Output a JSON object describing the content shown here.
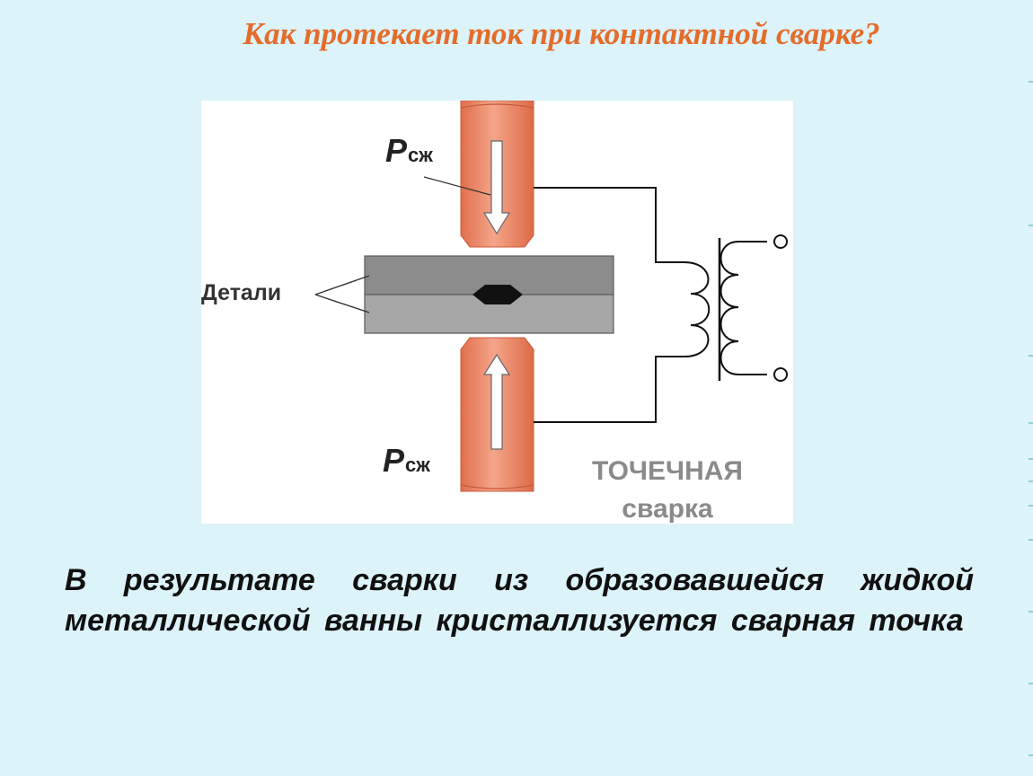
{
  "slide": {
    "title": "Как протекает ток при контактной сварке?",
    "caption": "В результате сварки из образовавшейся жидкой металлической ванны кристаллизуется сварная точка"
  },
  "diagram": {
    "label_parts": "Детали",
    "force_label_main": "P",
    "force_label_sub": "сж",
    "process_line1": "ТОЧЕЧНАЯ",
    "process_line2": "сварка"
  },
  "colors": {
    "background": "#dcf3f9",
    "title": "#e46c2a",
    "electrode": "#e8805e",
    "electrode_highlight": "#f4a58a",
    "plate_top": "#8c8c8c",
    "plate_bottom": "#a6a6a6",
    "weld_nugget": "#111111"
  }
}
